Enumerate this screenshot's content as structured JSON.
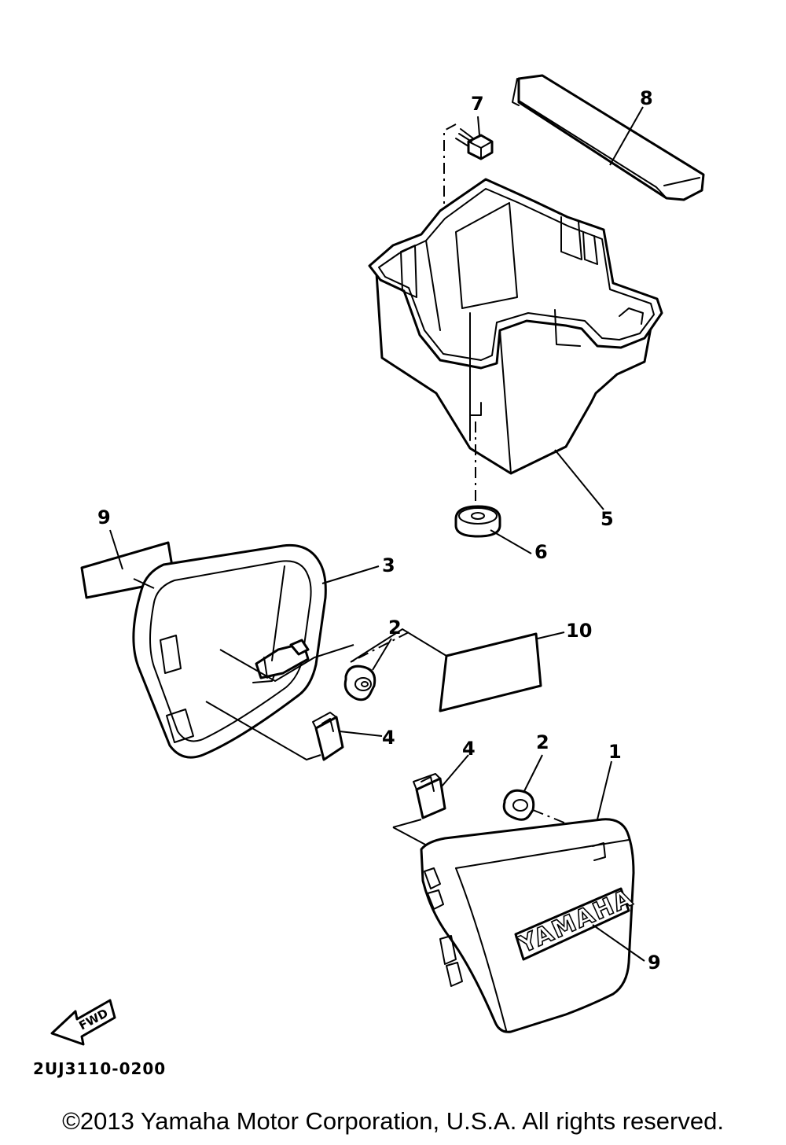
{
  "callouts": {
    "c1": "1",
    "c2a": "2",
    "c2b": "2",
    "c3": "3",
    "c4a": "4",
    "c4b": "4",
    "c5": "5",
    "c6": "6",
    "c7": "7",
    "c8": "8",
    "c9a": "9",
    "c9b": "9",
    "c10": "10"
  },
  "logo": "YAMAHA",
  "fwd_label": "FWD",
  "diagram_code": "2UJ3110-0200",
  "copyright": "©2013 Yamaha Motor Corporation, U.S.A. All rights reserved."
}
